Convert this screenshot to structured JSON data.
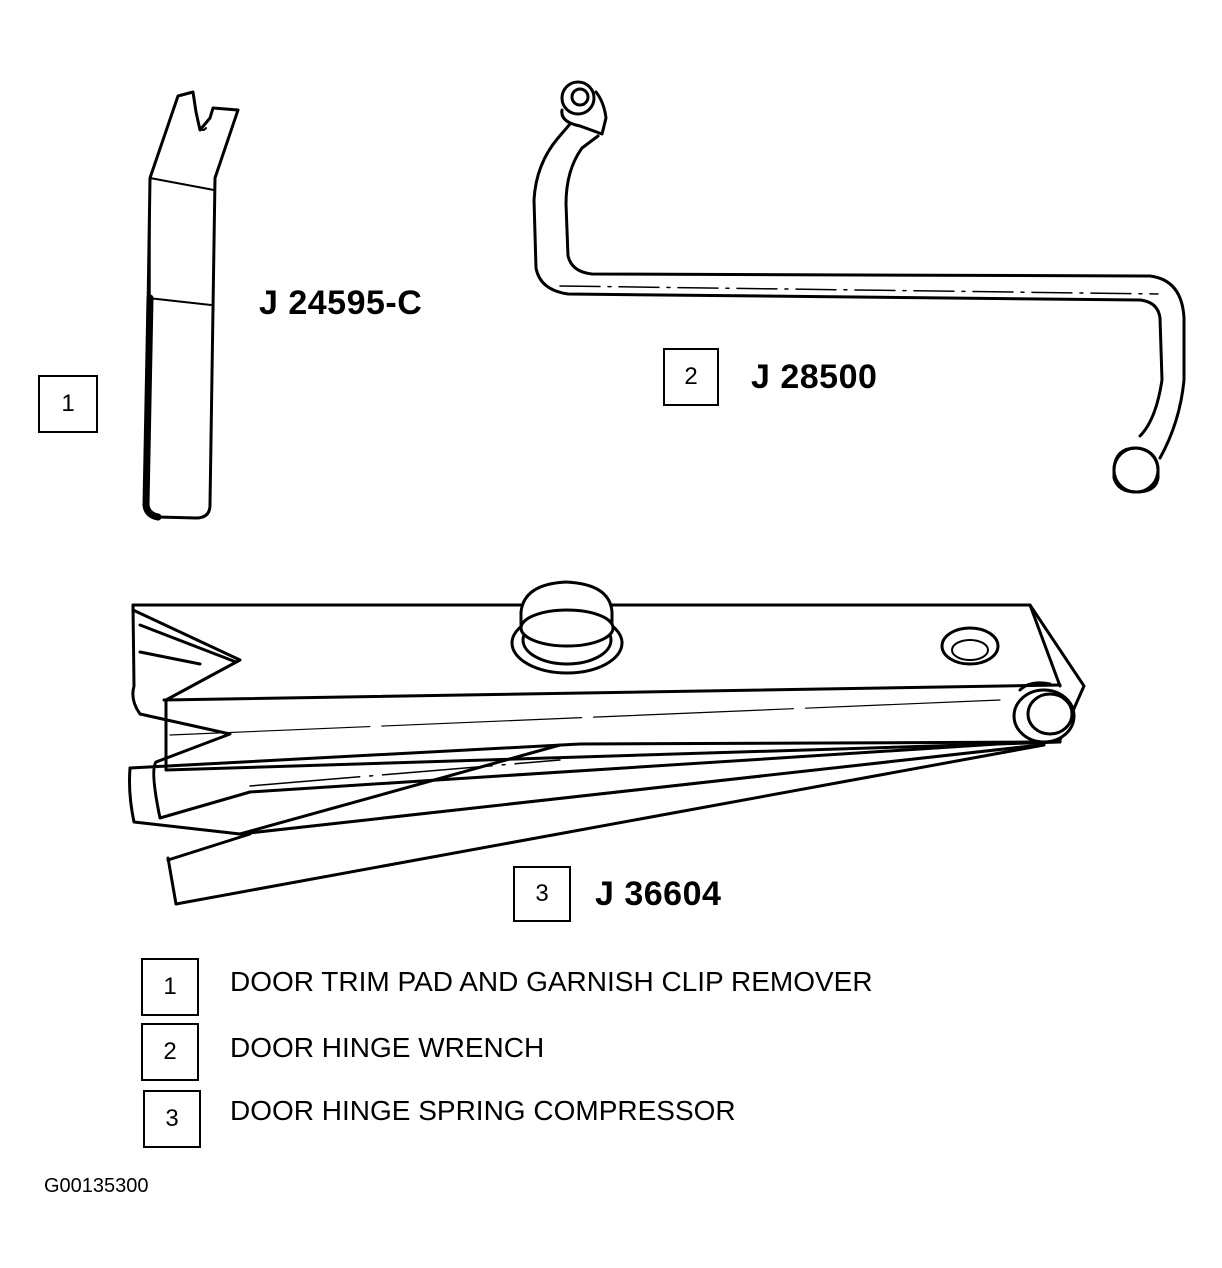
{
  "tools": [
    {
      "callout": "1",
      "part_number": "J 24595-C",
      "name": "DOOR TRIM PAD AND GARNISH CLIP REMOVER"
    },
    {
      "callout": "2",
      "part_number": "J 28500",
      "name": "DOOR HINGE WRENCH"
    },
    {
      "callout": "3",
      "part_number": "J 36604",
      "name": "DOOR HINGE SPRING COMPRESSOR"
    }
  ],
  "figure_id": "G00135300",
  "colors": {
    "ink": "#000000",
    "paper": "#ffffff"
  }
}
